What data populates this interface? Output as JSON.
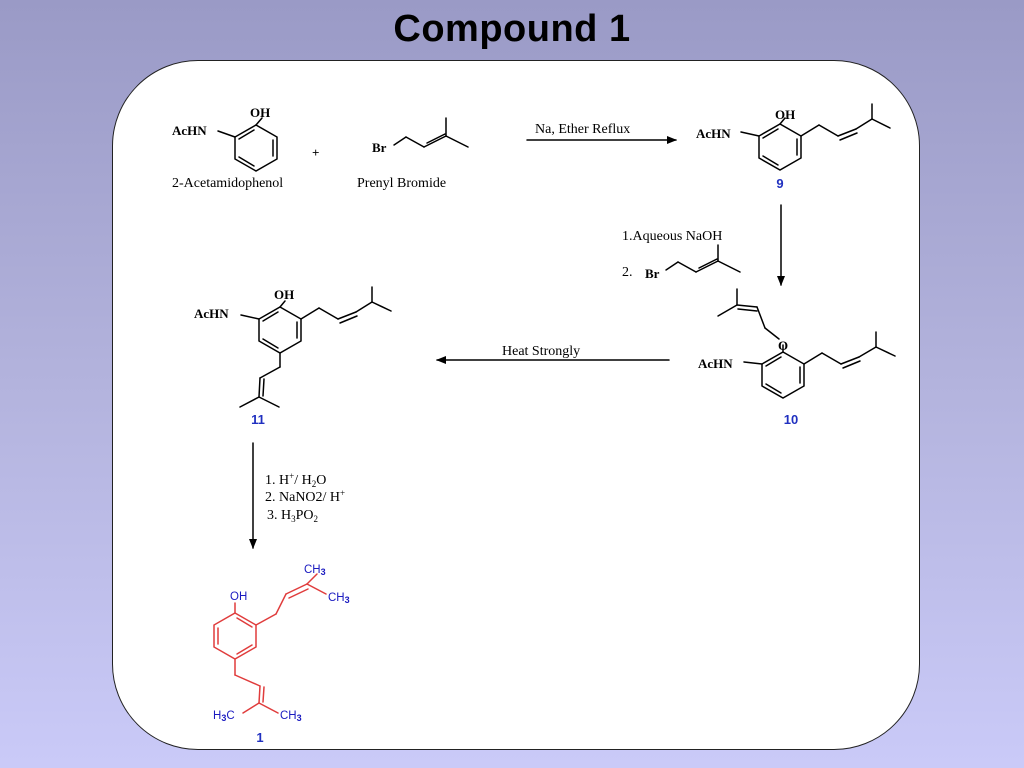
{
  "slide": {
    "title": "Compound 1"
  },
  "reactants": {
    "r1": {
      "name": "2-Acetamidophenol",
      "oh": "OH",
      "achn": "AcHN"
    },
    "plus": "+",
    "r2": {
      "name": "Prenyl Bromide",
      "br": "Br"
    }
  },
  "step1": {
    "conditions": "Na, Ether Reflux"
  },
  "compound9": {
    "number": "9",
    "oh": "OH",
    "achn": "AcHN"
  },
  "step2": {
    "line1": "1.Aqueous NaOH",
    "line2_prefix": "2.",
    "br": "Br"
  },
  "compound10": {
    "number": "10",
    "o": "O",
    "achn": "AcHN"
  },
  "step3": {
    "conditions": "Heat  Strongly"
  },
  "compound11": {
    "number": "11",
    "oh": "OH",
    "achn": "AcHN"
  },
  "step4": {
    "line1": {
      "prefix": "1. H",
      "sup": "+",
      "mid": "/ H",
      "sub": "2",
      "suffix": "O"
    },
    "line2": {
      "prefix": "2. NaNO2/ H",
      "sup": "+"
    },
    "line3": {
      "prefix": "3. H",
      "sub1": "3",
      "mid": "PO",
      "sub2": "2"
    }
  },
  "compound1": {
    "number": "1",
    "oh": "OH",
    "ch3_top": {
      "main": "CH",
      "sub": "3"
    },
    "ch3_right": {
      "main": "CH",
      "sub": "3"
    },
    "h3c": {
      "main": "H",
      "sub": "3",
      "rest": "C"
    },
    "ch3_bottom": {
      "main": "CH",
      "sub": "3"
    }
  }
}
